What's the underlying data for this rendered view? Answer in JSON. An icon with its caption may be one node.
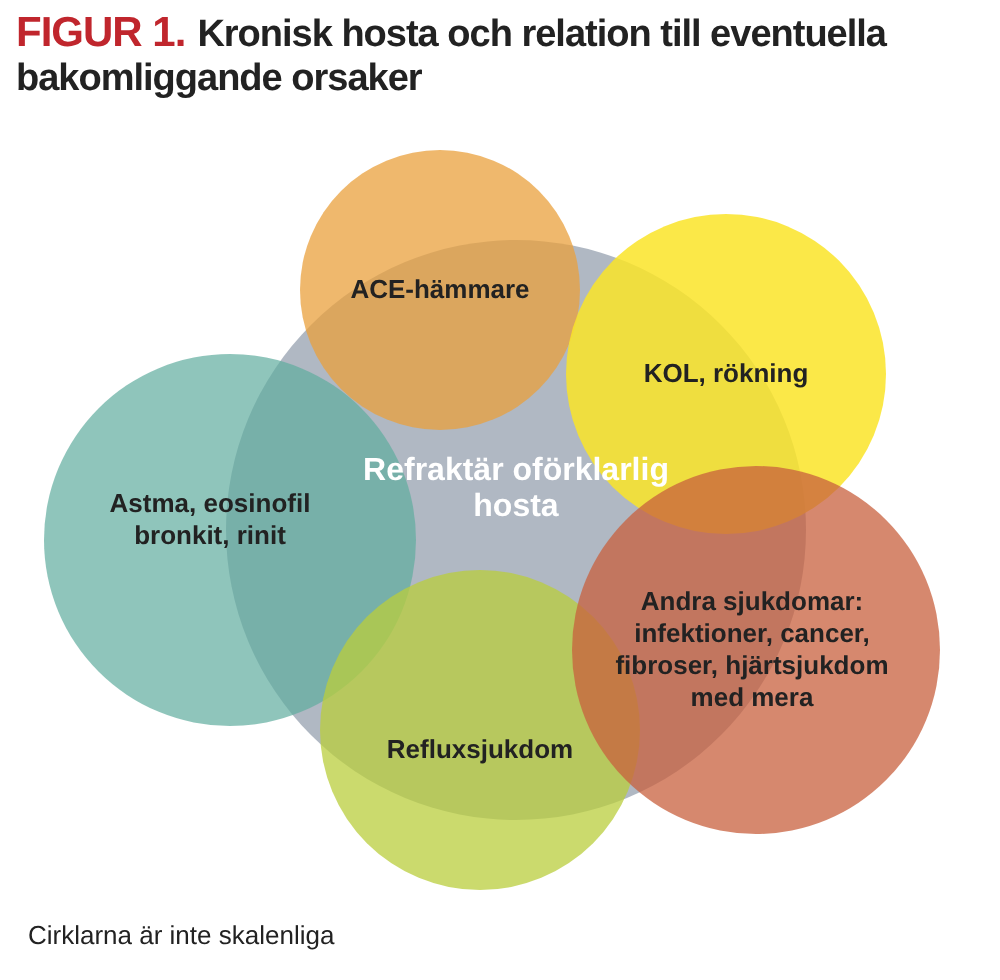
{
  "diagram": {
    "title": "Kronisk hosta och relation till eventuella bakomliggande orsaker",
    "caption": "Cirklarna är inte skalenliga",
    "labels": [
      "FIGUR 1."
    ],
    "nodes": [
      {
        "text": [
          "ACE-hämmare"
        ]
      },
      {
        "text": [
          "KOL, rökning"
        ]
      },
      {
        "text": [
          "Astma, eosinofil bronkit, rinit"
        ]
      },
      {
        "text": [
          "Refraktär oförklarlig hosta"
        ]
      },
      {
        "text": [
          "Andra sjukdomar: infektioner, cancer, fibroser, hjärtsjukdom med mera"
        ]
      },
      {
        "text": [
          "Refluxsjukdom"
        ]
      }
    ]
  }
}
